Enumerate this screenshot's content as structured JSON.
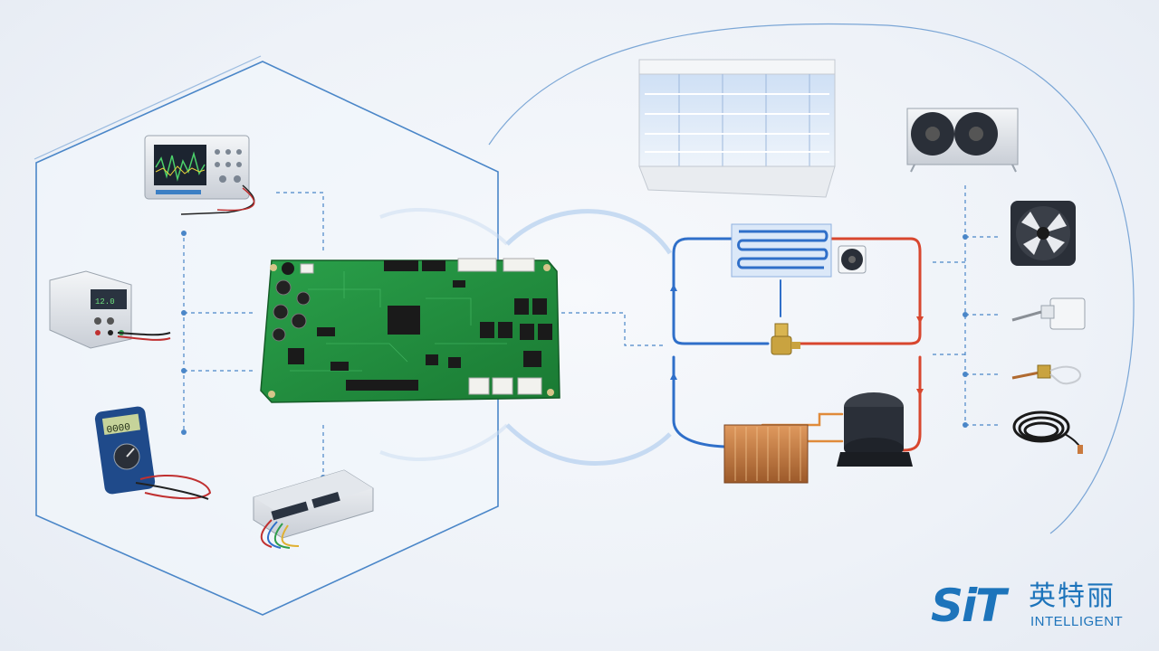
{
  "brand": {
    "logo_mark": "SiT",
    "name_cn": "英特丽",
    "name_en": "INTELLIGENT"
  },
  "colors": {
    "frame_blue": "#4a86c8",
    "cold_line": "#2f6fc9",
    "hot_line": "#d8462e",
    "pcb_green": "#1f8a3a",
    "copper": "#c97a3e"
  },
  "icons": [
    "oscilloscope-icon",
    "dc-power-supply-icon",
    "multimeter-icon",
    "data-logger-icon",
    "controller-pcb-icon",
    "display-refrigerator-icon",
    "condenser-unit-icon",
    "evaporator-coil-icon",
    "small-fan-icon",
    "expansion-valve-icon",
    "condenser-coil-icon",
    "compressor-icon",
    "axial-fan-icon",
    "temperature-sensor-box-icon",
    "pressure-sensor-icon",
    "sensor-cable-icon"
  ]
}
